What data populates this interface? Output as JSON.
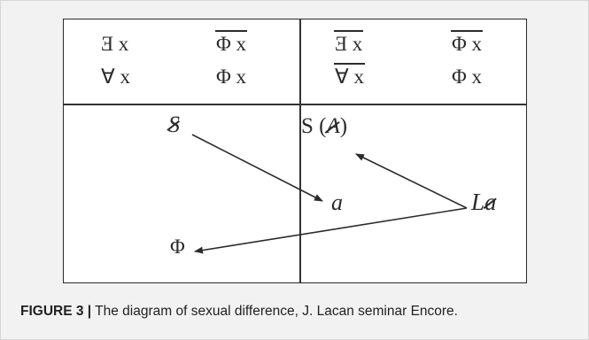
{
  "quantifiers": {
    "left": {
      "row1": {
        "col1": "Ǝ x",
        "col2": "Φ x"
      },
      "row2": {
        "col1": "∀ x",
        "col2": "Φ x"
      }
    },
    "right": {
      "row1": {
        "col1": "Ǝ x",
        "col2": "Φ x"
      },
      "row2": {
        "col1": "∀ x",
        "col2": "Φ x"
      }
    }
  },
  "matheme": {
    "barred_s": "S",
    "small_a": "a",
    "phi": "Φ",
    "s_open": "S (",
    "s_barred_a": "A",
    "s_close": ")",
    "la_l": "L",
    "la_a": "a"
  },
  "caption": {
    "label": "FIGURE 3 |",
    "text": " The diagram of sexual difference, J. Lacan seminar Encore."
  },
  "colors": {
    "ink": "#2b2b2b",
    "frame_bg": "#f2f2f2",
    "diagram_bg": "#ffffff"
  }
}
